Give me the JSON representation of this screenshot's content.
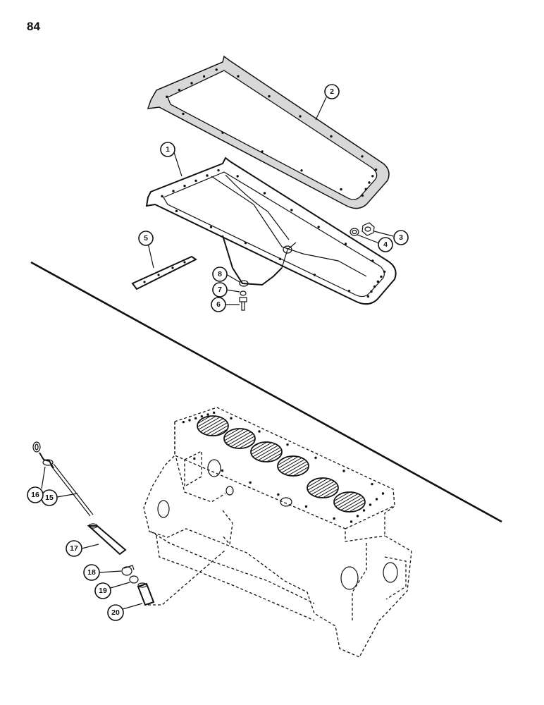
{
  "page": {
    "number": "84"
  },
  "callouts": [
    {
      "id": "c1",
      "label": "1"
    },
    {
      "id": "c2",
      "label": "2"
    },
    {
      "id": "c3",
      "label": "3"
    },
    {
      "id": "c4",
      "label": "4"
    },
    {
      "id": "c5",
      "label": "5"
    },
    {
      "id": "c6",
      "label": "6"
    },
    {
      "id": "c7",
      "label": "7"
    },
    {
      "id": "c8",
      "label": "8"
    },
    {
      "id": "c15",
      "label": "15"
    },
    {
      "id": "c16",
      "label": "16"
    },
    {
      "id": "c17",
      "label": "17"
    },
    {
      "id": "c18",
      "label": "18"
    },
    {
      "id": "c19",
      "label": "19"
    },
    {
      "id": "c20",
      "label": "20"
    }
  ]
}
